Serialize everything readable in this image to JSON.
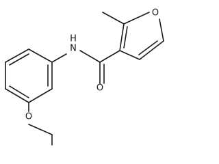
{
  "molecule": {
    "atoms": {
      "N": "N",
      "H": "H",
      "O_carbonyl": "O",
      "O_ether": "O",
      "O_furan": "O"
    }
  }
}
